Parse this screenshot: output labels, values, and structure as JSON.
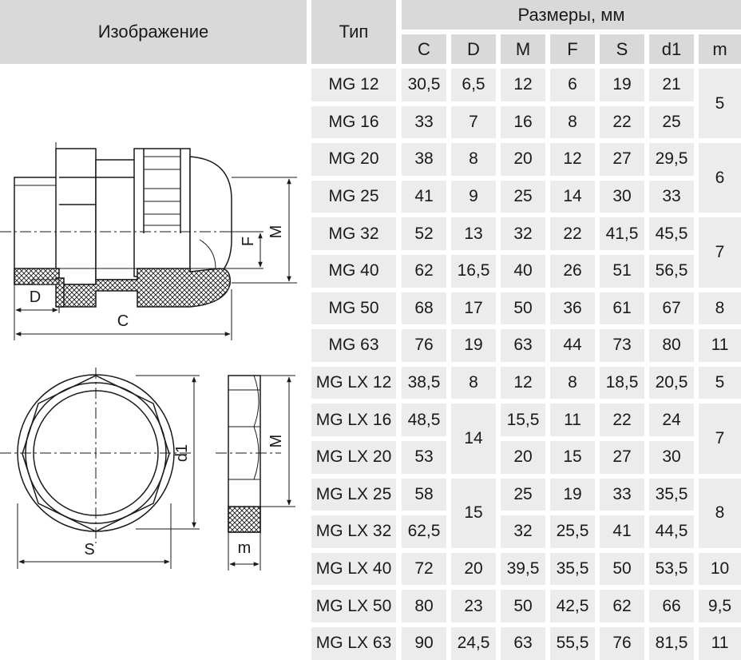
{
  "header": {
    "image_label": "Изображение",
    "type_label": "Тип",
    "dimensions_label": "Размеры, мм",
    "columns": [
      "C",
      "D",
      "M",
      "F",
      "S",
      "d1",
      "m"
    ]
  },
  "drawing_labels": {
    "side_D": "D",
    "side_C": "C",
    "side_F": "F",
    "side_M": "M",
    "front_d1": "d1",
    "front_S": "S",
    "nut_M": "M",
    "nut_m": "m"
  },
  "rows": [
    {
      "type": "MG 12",
      "C": "30,5",
      "D": "6,5",
      "M": "12",
      "F": "6",
      "S": "19",
      "d1": "21"
    },
    {
      "type": "MG 16",
      "C": "33",
      "D": "7",
      "M": "16",
      "F": "8",
      "S": "22",
      "d1": "25"
    },
    {
      "type": "MG 20",
      "C": "38",
      "D": "8",
      "M": "20",
      "F": "12",
      "S": "27",
      "d1": "29,5"
    },
    {
      "type": "MG 25",
      "C": "41",
      "D": "9",
      "M": "25",
      "F": "14",
      "S": "30",
      "d1": "33"
    },
    {
      "type": "MG 32",
      "C": "52",
      "D": "13",
      "M": "32",
      "F": "22",
      "S": "41,5",
      "d1": "45,5"
    },
    {
      "type": "MG 40",
      "C": "62",
      "D": "16,5",
      "M": "40",
      "F": "26",
      "S": "51",
      "d1": "56,5"
    },
    {
      "type": "MG 50",
      "C": "68",
      "D": "17",
      "M": "50",
      "F": "36",
      "S": "61",
      "d1": "67"
    },
    {
      "type": "MG 63",
      "C": "76",
      "D": "19",
      "M": "63",
      "F": "44",
      "S": "73",
      "d1": "80"
    },
    {
      "type": "MG LX 12",
      "C": "38,5",
      "D": "8",
      "M": "12",
      "F": "8",
      "S": "18,5",
      "d1": "20,5"
    },
    {
      "type": "MG LX 16",
      "C": "48,5",
      "D": null,
      "M": "15,5",
      "F": "11",
      "S": "22",
      "d1": "24"
    },
    {
      "type": "MG LX 20",
      "C": "53",
      "D": null,
      "M": "20",
      "F": "15",
      "S": "27",
      "d1": "30"
    },
    {
      "type": "MG LX 25",
      "C": "58",
      "D": null,
      "M": "25",
      "F": "19",
      "S": "33",
      "d1": "35,5"
    },
    {
      "type": "MG LX 32",
      "C": "62,5",
      "D": null,
      "M": "32",
      "F": "25,5",
      "S": "41",
      "d1": "44,5"
    },
    {
      "type": "MG LX 40",
      "C": "72",
      "D": "20",
      "M": "39,5",
      "F": "35,5",
      "S": "50",
      "d1": "53,5"
    },
    {
      "type": "MG LX 50",
      "C": "80",
      "D": "23",
      "M": "50",
      "F": "42,5",
      "S": "62",
      "d1": "66"
    },
    {
      "type": "MG LX 63",
      "C": "90",
      "D": "24,5",
      "M": "63",
      "F": "55,5",
      "S": "76",
      "d1": "81,5"
    }
  ],
  "merged_D": [
    {
      "rows": [
        9,
        10
      ],
      "value": "14"
    },
    {
      "rows": [
        11,
        12
      ],
      "value": "15"
    }
  ],
  "merged_m": [
    {
      "rows": [
        0,
        1
      ],
      "value": "5"
    },
    {
      "rows": [
        2,
        3
      ],
      "value": "6"
    },
    {
      "rows": [
        4,
        5
      ],
      "value": "7"
    },
    {
      "rows": [
        6,
        6
      ],
      "value": "8"
    },
    {
      "rows": [
        7,
        7
      ],
      "value": "11"
    },
    {
      "rows": [
        8,
        8
      ],
      "value": "5"
    },
    {
      "rows": [
        9,
        10
      ],
      "value": "7"
    },
    {
      "rows": [
        11,
        12
      ],
      "value": "8"
    },
    {
      "rows": [
        13,
        13
      ],
      "value": "10"
    },
    {
      "rows": [
        14,
        14
      ],
      "value": "9,5"
    },
    {
      "rows": [
        15,
        15
      ],
      "value": "11"
    }
  ]
}
